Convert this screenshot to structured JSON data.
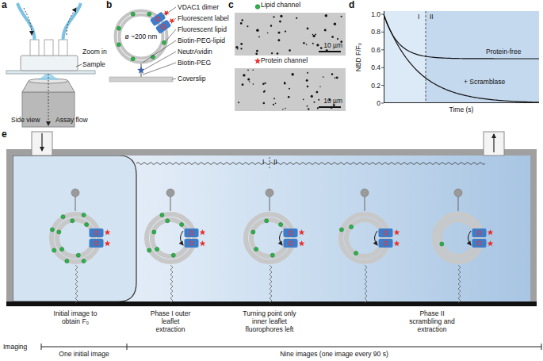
{
  "diagram": {
    "nodes": [
      {
        "text": [
          "Lipid channel",
          "10 µm"
        ]
      },
      {
        "text": [
          "Protein channel",
          "10 µm"
        ]
      },
      {
        "text": [
          "I",
          "II",
          "Protein-free",
          "+ Scramblase"
        ]
      }
    ],
    "labels": [
      "a",
      "Assay flow",
      "Zoom in",
      "Sample",
      "Side view",
      "b",
      "VDAC1 dimer",
      "Fluorescent label",
      "Fluorescent lipid",
      "Biotin-PEG-lipid",
      "NeutrAvidin",
      "Biotin-PEG",
      "Coverslip",
      "ø ~200 nm",
      "c",
      "d",
      "1.0",
      "0.8",
      "0.6",
      "0.4",
      "0.2",
      "0",
      "NBD F/F₀",
      "Time (s)",
      "e",
      "I",
      "II",
      "Initial image to obtain F₀",
      "Phase I outer leaflet extraction",
      "Turning point only inner leaflet fluorophores left",
      "Phase II scrambling and extraction",
      "Imaging",
      "One initial image",
      "Nine images (one image every 90 s)"
    ]
  }
}
